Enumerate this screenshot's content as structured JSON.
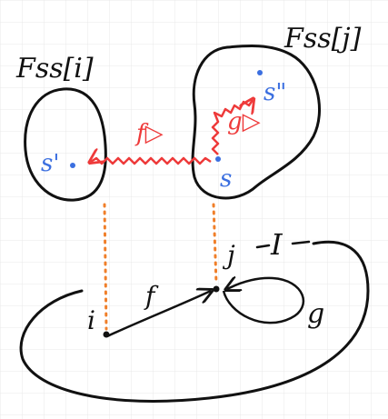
{
  "labels": {
    "fiber_i": "Fss[i]",
    "fiber_j": "Fss[j]",
    "s_prime": "s'",
    "s": "s",
    "s_double_prime": "s\"",
    "f_arrow_red": "f▷",
    "g_arrow_red": "g▷",
    "node_i": "i",
    "node_j": "j",
    "f_base": "f",
    "g_base": "g",
    "category": "I"
  },
  "colors": {
    "ink": "#111111",
    "red": "#ee3a3a",
    "blue": "#3b6fe0",
    "orange": "#f07f2a",
    "grid": "#e8e8e8",
    "background": "#ffffff"
  }
}
